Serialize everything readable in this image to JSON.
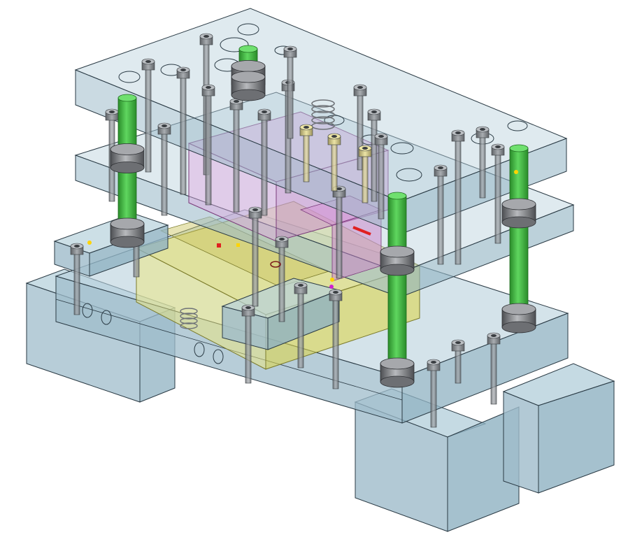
{
  "viewer": {
    "background": "#ffffff"
  },
  "colors": {
    "plate_fill": "#a9c6d3",
    "plate_top": "#b7d1dc",
    "plate_side": "#8fb2c2",
    "edge": "#2a3a44",
    "guide_pillar": "#3fbf3f",
    "guide_pillar_dark": "#2a8c2a",
    "bushing": "#6d6f73",
    "bushing_light": "#a6a8ac",
    "punch_holder": "#d48fd4",
    "strip_plate": "#e6e06a",
    "bolt": "#7e8286",
    "bolt_gold": "#d8cf8a",
    "spring": "#8b8f94",
    "marker_red": "#e02020",
    "marker_yellow": "#ffd400",
    "marker_magenta": "#d020d0"
  },
  "parts": {
    "top_plate": "top-die-set-plate",
    "middle_plate": "stripper-plate",
    "lower_plate": "lower-die-plate",
    "base_blocks": "parallel-riser-blocks",
    "guide_pillars": 4
  }
}
